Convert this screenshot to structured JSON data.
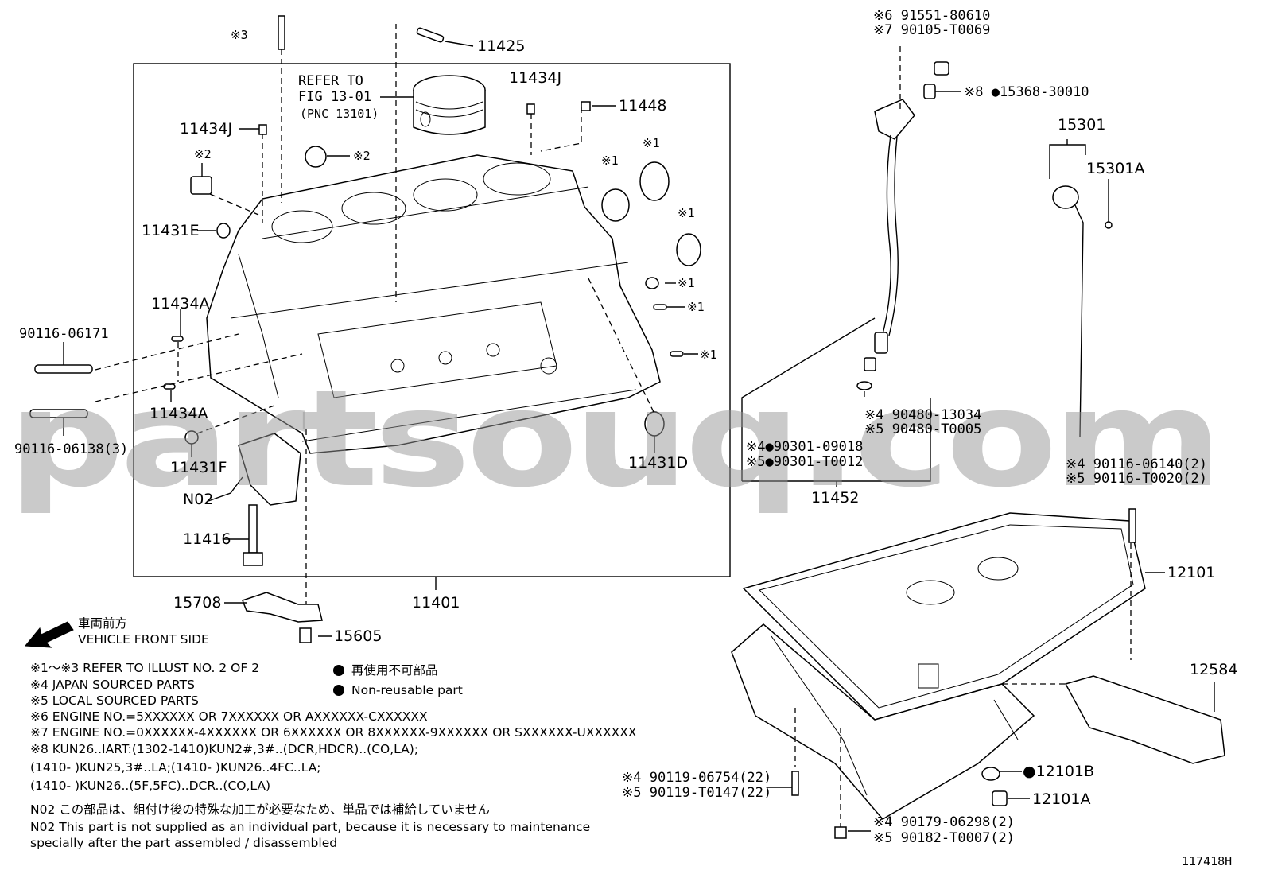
{
  "watermark": "partsouq.com",
  "diagram_id": "117418H",
  "callouts": {
    "c11425": "11425",
    "c11434J_top": "11434J",
    "c11448": "11448",
    "c11434J_left": "11434J",
    "refer1": "REFER TO",
    "refer2": "FIG 13-01",
    "refer3": "(PNC 13101)",
    "c11431E": "11431E",
    "c11434A_top": "11434A",
    "c11434A_bot": "11434A",
    "c90116_06171": "90116-06171",
    "c90116_06138": "90116-06138(3)",
    "c11431F": "11431F",
    "cN02": "N02",
    "c11416": "11416",
    "c11431D": "11431D",
    "c15708": "15708",
    "c11401": "11401",
    "c15605": "15605",
    "m3": "※3",
    "m2a": "※2",
    "m2b": "※2",
    "m1a": "※1",
    "m1b": "※1",
    "m1c": "※1",
    "m1d": "※1",
    "m1e": "※1",
    "m1f": "※1",
    "c91551": "※6 91551-80610",
    "c90105": "※7 90105-T0069",
    "c15368": "※8 ●15368-30010",
    "c15301": "15301",
    "c15301A": "15301A",
    "c90480_13034": "※4 90480-13034",
    "c90480_T0005": "※5 90480-T0005",
    "c90301_09018": "※4●90301-09018",
    "c90301_T0012": "※5●90301-T0012",
    "c11452": "11452",
    "c90116_06140": "※4 90116-06140(2)",
    "c90116_T0020": "※5 90116-T0020(2)",
    "c12101": "12101",
    "c12584": "12584",
    "c12101B": "●12101B",
    "c12101A": "12101A",
    "c90119_06754": "※4 90119-06754(22)",
    "c90119_T0147": "※5 90119-T0147(22)",
    "c90179": "※4 90179-06298(2)",
    "c90182": "※5 90182-T0007(2)"
  },
  "legend": {
    "front_jp": "車両前方",
    "front_en": "VEHICLE FRONT SIDE",
    "nonreuse_jp": "再使用不可部品",
    "nonreuse_en": "Non-reusable part"
  },
  "notes": [
    "※1～※3  REFER TO ILLUST NO. 2 OF 2",
    "※4 JAPAN SOURCED PARTS",
    "※5 LOCAL SOURCED PARTS",
    "※6 ENGINE NO.=5XXXXXX OR 7XXXXXX OR AXXXXXX-CXXXXXX",
    "※7 ENGINE NO.=0XXXXXX-4XXXXXX OR 6XXXXXX OR 8XXXXXX-9XXXXXX OR SXXXXXX-UXXXXXX",
    "※8 KUN26..IART:(1302-1410)KUN2#,3#..(DCR,HDCR)..(CO,LA);",
    "(1410-        )KUN25,3#..LA;(1410-        )KUN26..4FC..LA;",
    "(1410-        )KUN26..(5F,5FC)..DCR..(CO,LA)",
    "N02   この部品は、組付け後の特殊な加工が必要なため、単品では補給していません",
    "N02   This part is not supplied as an individual part, because it is necessary to maintenance",
    "         specially after the part assembled / disassembled"
  ]
}
